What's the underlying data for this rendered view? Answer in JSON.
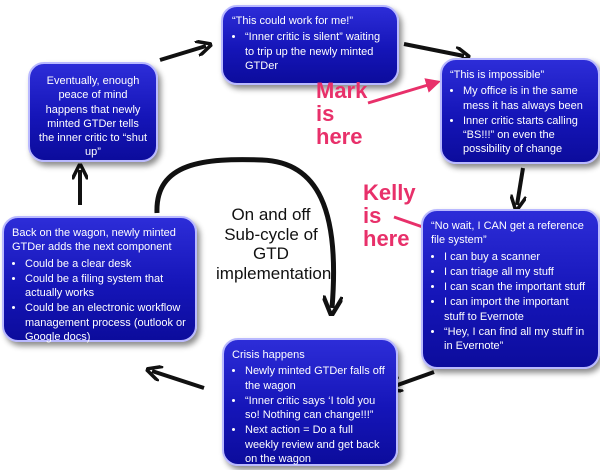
{
  "boxes": {
    "top": {
      "title": "“This could work for me!”",
      "items": [
        "“Inner critic is silent” waiting to trip up the newly minted GTDer"
      ]
    },
    "right_top": {
      "title": "“This is impossible”",
      "items": [
        "My office is in the same mess it has always been",
        "Inner critic starts calling “BS!!!” on even the possibility of change"
      ]
    },
    "right_bottom": {
      "title": "“No wait, I CAN get a reference file system”",
      "items": [
        "I can buy a scanner",
        "I can triage all my stuff",
        "I can scan the important stuff",
        "I can import the important stuff to Evernote",
        "“Hey, I can find all my stuff in in Evernote”"
      ]
    },
    "bottom": {
      "title": "Crisis happens",
      "items": [
        "Newly minted GTDer falls off the wagon",
        "“Inner critic says ‘I told you so!  Nothing can change!!!”",
        "Next action = Do a full weekly review and get back on the wagon"
      ]
    },
    "left_bottom": {
      "title": "Back on the wagon, newly minted GTDer adds the next component",
      "items": [
        "Could be a clear desk",
        "Could be a filing system that actually works",
        "Could be an electronic workflow management process (outlook or Google docs)"
      ]
    },
    "left_top": {
      "text": "Eventually, enough peace of mind happens that newly minted GTDer tells the inner critic to “shut up”"
    }
  },
  "notes": {
    "mark": "Mark is here",
    "kelly": "Kelly is here"
  },
  "subcycle": "On and off Sub-cycle of GTD implementation"
}
